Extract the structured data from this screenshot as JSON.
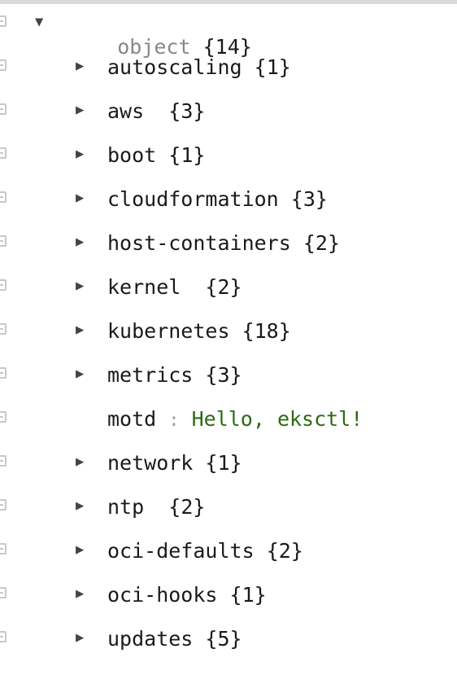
{
  "root": {
    "label": "object",
    "count": "{14}"
  },
  "items": [
    {
      "key": "autoscaling",
      "count": "{1}"
    },
    {
      "key": "aws",
      "count": "{3}"
    },
    {
      "key": "boot",
      "count": "{1}"
    },
    {
      "key": "cloudformation",
      "count": "{3}"
    },
    {
      "key": "host-containers",
      "count": "{2}"
    },
    {
      "key": "kernel",
      "count": "{2}"
    },
    {
      "key": "kubernetes",
      "count": "{18}"
    },
    {
      "key": "metrics",
      "count": "{3}"
    },
    {
      "key": "motd",
      "value": "Hello, eksctl!"
    },
    {
      "key": "network",
      "count": "{1}"
    },
    {
      "key": "ntp",
      "count": "{2}"
    },
    {
      "key": "oci-defaults",
      "count": "{2}"
    },
    {
      "key": "oci-hooks",
      "count": "{1}"
    },
    {
      "key": "updates",
      "count": "{5}"
    }
  ],
  "colors": {
    "string_value": "#2e6b14",
    "root_label": "#888888"
  },
  "icons": {
    "expanded": "triangle-down-icon",
    "collapsed": "triangle-right-icon",
    "handle": "drag-handle-icon"
  }
}
